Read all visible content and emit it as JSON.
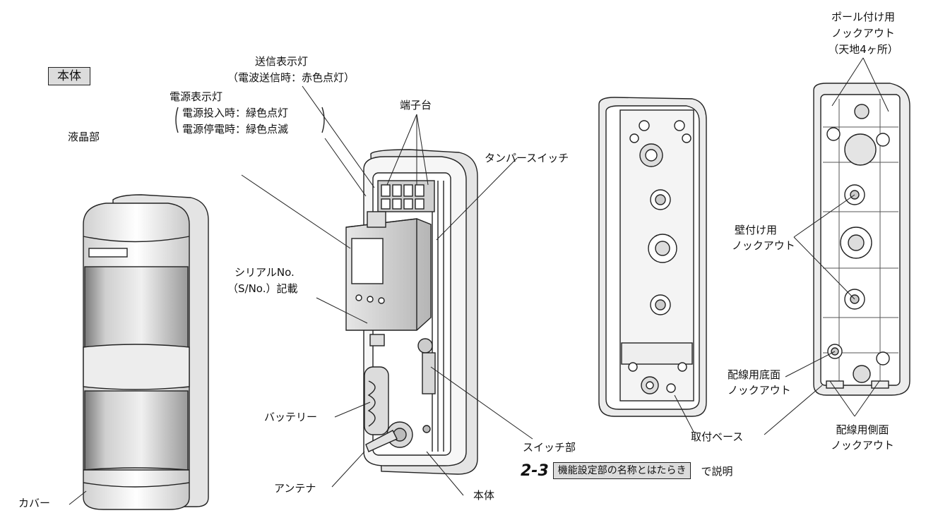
{
  "section_label": "本体",
  "labels": {
    "lcd": "液晶部",
    "tx_led_title": "送信表示灯",
    "tx_led_note": "（電波送信時：赤色点灯）",
    "pw_led_title": "電源表示灯",
    "pw_led_note1": "電源投入時：緑色点灯",
    "pw_led_note2": "電源停電時：緑色点滅",
    "terminal": "端子台",
    "tamper": "タンパースイッチ",
    "serial1": "シリアルNo.",
    "serial2": "（S/No.）記載",
    "battery": "バッテリー",
    "antenna": "アンテナ",
    "cover": "カバー",
    "body": "本体",
    "switch": "スイッチ部",
    "mount_base": "取付ベース",
    "pole_ko1": "ポール付け用",
    "pole_ko2": "ノックアウト",
    "pole_ko3": "（天地4ヶ所）",
    "wall_ko1": "壁付け用",
    "wall_ko2": "ノックアウト",
    "bottom_ko1": "配線用底面",
    "bottom_ko2": "ノックアウト",
    "side_ko1": "配線用側面",
    "side_ko2": "ノックアウト"
  },
  "reference": {
    "number": "2-3",
    "title": "機能設定部の名称とはたらき",
    "suffix": "で説明"
  }
}
